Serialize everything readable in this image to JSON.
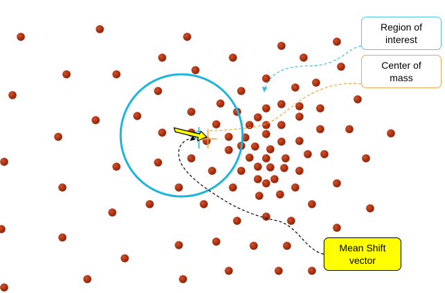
{
  "callouts": {
    "roi": {
      "line1": "Region of",
      "line2": "interest"
    },
    "center_of_mass": {
      "line1": "Center of",
      "line2": "mass"
    },
    "mean_shift": {
      "line1": "Mean Shift",
      "line2": "vector"
    }
  },
  "colors": {
    "point": "#a82a06",
    "roi_circle": "#1ab4dc",
    "center_of_mass": "#f0a040",
    "mean_shift_fill": "#ffff00",
    "leader_roi": "#37c0e0",
    "leader_com": "#f0a040",
    "leader_ms": "#000000"
  }
}
